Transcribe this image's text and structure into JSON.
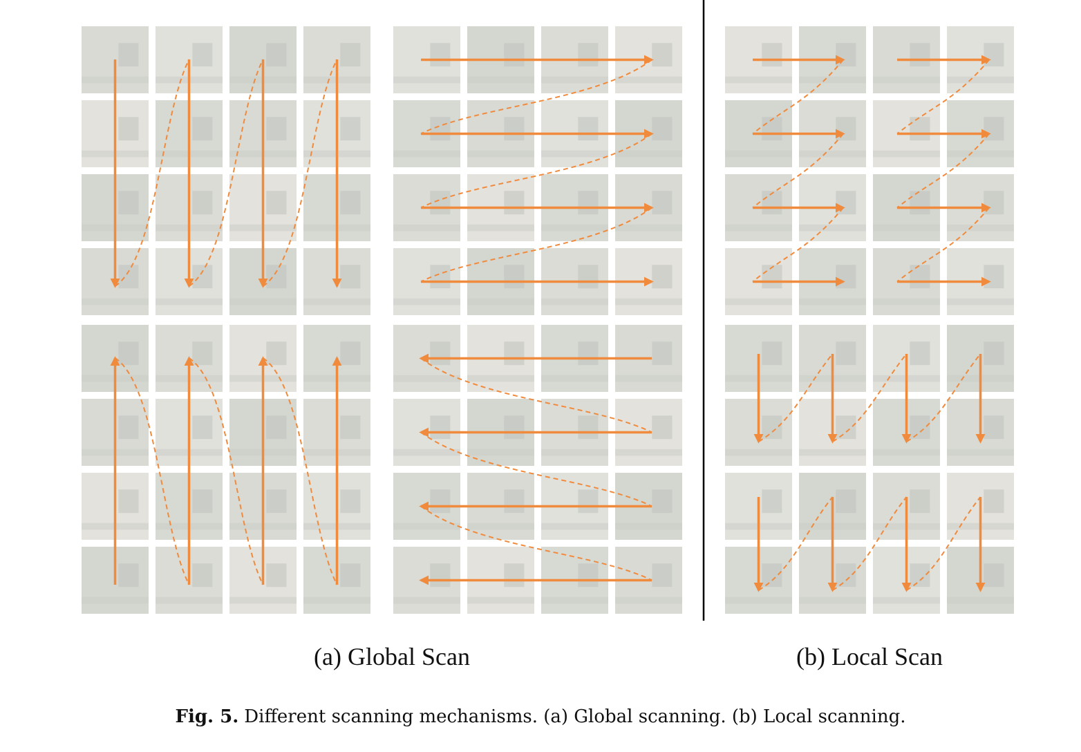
{
  "figure": {
    "subfigures": [
      {
        "label": "(a) Global Scan"
      },
      {
        "label": "(b) Local Scan"
      }
    ],
    "panels": [
      {
        "id": "global-vertical-down",
        "scan": "global",
        "direction": "column",
        "flow": "down"
      },
      {
        "id": "global-horizontal-right",
        "scan": "global",
        "direction": "row",
        "flow": "right"
      },
      {
        "id": "global-vertical-up",
        "scan": "global",
        "direction": "column",
        "flow": "up"
      },
      {
        "id": "global-horizontal-left",
        "scan": "global",
        "direction": "row",
        "flow": "left"
      },
      {
        "id": "local-horizontal-right",
        "scan": "local",
        "direction": "row",
        "flow": "right"
      },
      {
        "id": "local-vertical-down",
        "scan": "local",
        "direction": "column",
        "flow": "down"
      }
    ],
    "grid": {
      "rows": 4,
      "cols": 4
    },
    "colors": {
      "arrow": "#f08a3c",
      "tile_base": "#dadbd6",
      "gap": "#ffffff",
      "divider": "#000000"
    }
  },
  "caption": {
    "prefix": "Fig. 5.",
    "text": "Different scanning mechanisms. (a) Global scanning. (b) Local scanning."
  }
}
